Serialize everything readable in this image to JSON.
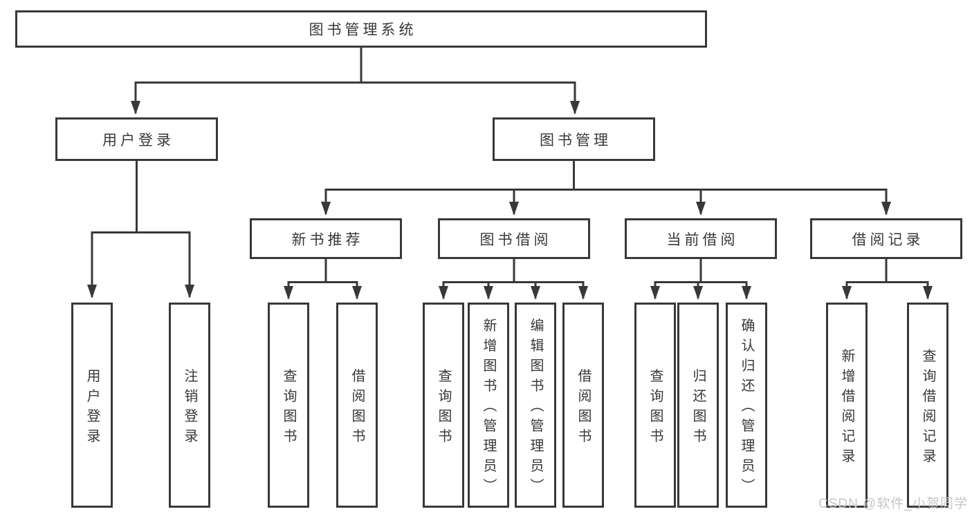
{
  "diagram_title": "图书管理系统",
  "tree": {
    "root": "图书管理系统",
    "login": {
      "label": "用户登录",
      "children": [
        "用户登录",
        "注销登录"
      ]
    },
    "management": {
      "label": "图书管理",
      "groups": [
        {
          "label": "新书推荐",
          "children": [
            "查询图书",
            "借阅图书"
          ]
        },
        {
          "label": "图书借阅",
          "children": [
            "查询图书",
            "新增图书（管理员）",
            "编辑图书（管理员）",
            "借阅图书"
          ]
        },
        {
          "label": "当前借阅",
          "children": [
            "查询图书",
            "归还图书",
            "确认归还（管理员）"
          ]
        },
        {
          "label": "借阅记录",
          "children": [
            "新增借阅记录",
            "查询借阅记录"
          ]
        }
      ]
    }
  },
  "watermark": {
    "text": "CSDN @软件_小贺同学",
    "color": "#c6c6c6"
  },
  "colors": {
    "box_border": "#383838",
    "connector_line": "#383838",
    "text": "#383838",
    "background": "#ffffff"
  }
}
